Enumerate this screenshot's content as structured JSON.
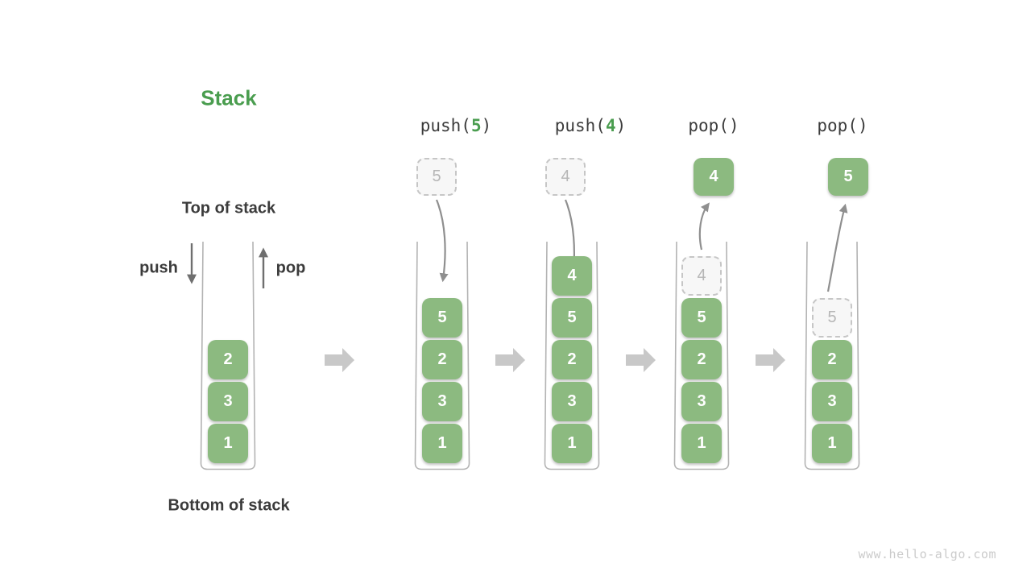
{
  "title": "Stack",
  "labels": {
    "top_of_stack": "Top of stack",
    "bottom_of_stack": "Bottom of stack",
    "push": "push",
    "pop": "pop"
  },
  "operations": [
    {
      "name": "push-5",
      "pre": "push(",
      "arg": "5",
      "post": ")"
    },
    {
      "name": "push-4",
      "pre": "push(",
      "arg": "4",
      "post": ")"
    },
    {
      "name": "pop-first",
      "pre": "pop()",
      "arg": "",
      "post": ""
    },
    {
      "name": "pop-second",
      "pre": "pop()",
      "arg": "",
      "post": ""
    }
  ],
  "stacks": [
    {
      "name": "stack-initial",
      "cells": [
        {
          "value": "2",
          "style": "solid"
        },
        {
          "value": "3",
          "style": "solid"
        },
        {
          "value": "1",
          "style": "solid"
        }
      ]
    },
    {
      "name": "stack-after-push-5",
      "floating": {
        "value": "5",
        "style": "ghost"
      },
      "cells": [
        {
          "value": "5",
          "style": "solid"
        },
        {
          "value": "2",
          "style": "solid"
        },
        {
          "value": "3",
          "style": "solid"
        },
        {
          "value": "1",
          "style": "solid"
        }
      ]
    },
    {
      "name": "stack-after-push-4",
      "floating": {
        "value": "4",
        "style": "ghost"
      },
      "cells": [
        {
          "value": "4",
          "style": "solid"
        },
        {
          "value": "5",
          "style": "solid"
        },
        {
          "value": "2",
          "style": "solid"
        },
        {
          "value": "3",
          "style": "solid"
        },
        {
          "value": "1",
          "style": "solid"
        }
      ]
    },
    {
      "name": "stack-after-pop-4",
      "floating": {
        "value": "4",
        "style": "solid"
      },
      "cells": [
        {
          "value": "4",
          "style": "ghost"
        },
        {
          "value": "5",
          "style": "solid"
        },
        {
          "value": "2",
          "style": "solid"
        },
        {
          "value": "3",
          "style": "solid"
        },
        {
          "value": "1",
          "style": "solid"
        }
      ]
    },
    {
      "name": "stack-after-pop-5",
      "floating": {
        "value": "5",
        "style": "solid"
      },
      "cells": [
        {
          "value": "5",
          "style": "ghost"
        },
        {
          "value": "2",
          "style": "solid"
        },
        {
          "value": "3",
          "style": "solid"
        },
        {
          "value": "1",
          "style": "solid"
        }
      ]
    }
  ],
  "watermark": "www.hello-algo.com",
  "colors": {
    "accent_green": "#4a9d4f",
    "green_box": "#8cba80",
    "text_dark": "#3b3b3b",
    "arrow_dark": "#6f6f6f",
    "arrow_mid": "#8f8f8f",
    "block_arrow": "#c8c8c8",
    "ghost_border": "#c6c6c6",
    "ghost_fill": "#f7f7f7",
    "ghost_text": "#b6b6b6",
    "container_border": "#b3b3b3",
    "watermark": "#cbcbcb"
  }
}
